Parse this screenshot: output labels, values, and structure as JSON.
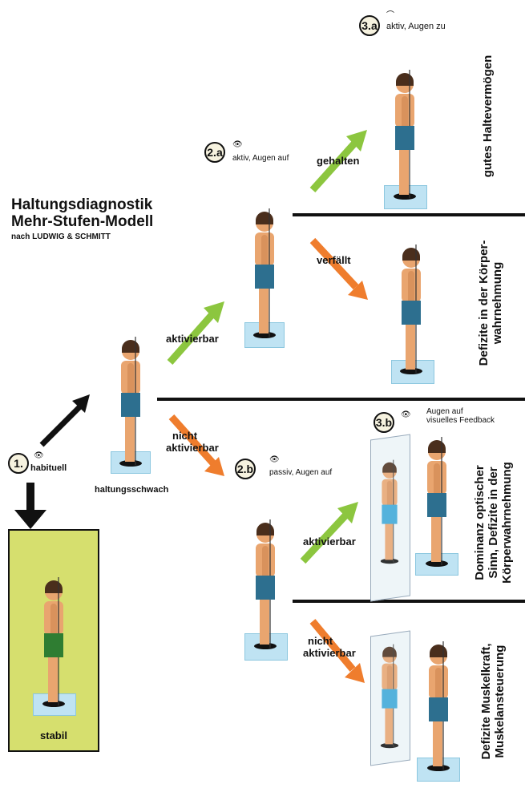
{
  "title": {
    "line1": "Haltungsdiagnostik",
    "line2": "Mehr-Stufen-Modell",
    "line3": "nach LUDWIG & SCHMITT"
  },
  "steps": {
    "s1": {
      "badge": "1.",
      "label": "habituell"
    },
    "s2a": {
      "badge": "2.a",
      "label": "aktiv, Augen auf"
    },
    "s2b": {
      "badge": "2.b",
      "label": "passiv, Augen auf"
    },
    "s3a": {
      "badge": "3.a",
      "label": "aktiv, Augen zu"
    },
    "s3b": {
      "badge": "3.b",
      "label_line1": "Augen auf",
      "label_line2": "visuelles Feedback"
    }
  },
  "figure_labels": {
    "haltungsschwach": "haltungsschwach",
    "stabil": "stabil"
  },
  "arrow_labels": {
    "aktivierbar_1": "aktivierbar",
    "nicht_aktivierbar_1_line1": "nicht",
    "nicht_aktivierbar_1_line2": "aktivierbar",
    "gehalten": "gehalten",
    "verfaellt": "verfällt",
    "aktivierbar_2": "aktivierbar",
    "nicht_aktivierbar_2_line1": "nicht",
    "nicht_aktivierbar_2_line2": "aktivierbar"
  },
  "outcomes": {
    "o1": "gutes Haltevermögen",
    "o2_line1": "Defizite in der Körper-",
    "o2_line2": "wahrnehmung",
    "o3_line1": "Dominanz optischer",
    "o3_line2": "Sinn, Defizite in der",
    "o3_line3": "Körperwahrnehmung",
    "o4_line1": "Defizite Muskelkraft,",
    "o4_line2": "Muskelansteuerung"
  },
  "colors": {
    "green_arrow": "#8cc63f",
    "orange_arrow": "#ef7d2d",
    "black_arrow": "#111111",
    "stabil_box": "#d6df6e",
    "mat": "#bfe3f3",
    "skin": "#e9a56f",
    "shorts_blue": "#2d6f8f",
    "shorts_green": "#2f7d32"
  },
  "icons": [
    "eye-open-icon",
    "eye-closed-icon"
  ]
}
